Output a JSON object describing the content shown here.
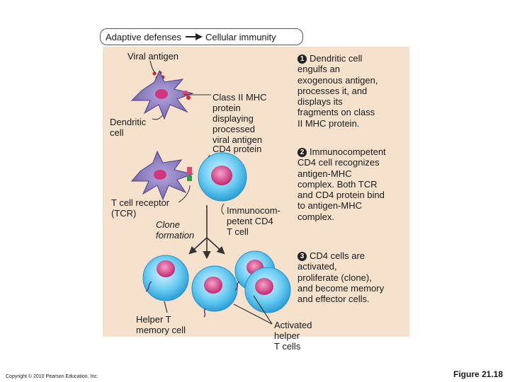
{
  "breadcrumb": {
    "left": "Adaptive defenses",
    "right": "Cellular immunity"
  },
  "labels": {
    "viral_antigen": "Viral antigen",
    "dendritic_cell": "Dendritic\ncell",
    "class2_mhc": "Class II MHC\nprotein\ndisplaying\nprocessed\nviral antigen",
    "cd4_protein": "CD4 protein",
    "tcr": "T cell receptor\n(TCR)",
    "clone_formation": "Clone\nformation",
    "immunocompetent": "Immunocom-\npetent CD4\nT cell",
    "helper_memory": "Helper T\nmemory cell",
    "activated_helper": "Activated\nhelper\nT cells"
  },
  "steps": [
    {
      "number": "1",
      "text": "Dendritic cell\nengulfs an\nexogenous antigen,\nprocesses it, and\ndisplays its\nfragments on class\nII MHC protein."
    },
    {
      "number": "2",
      "text": "Immunocompetent\nCD4 cell recognizes\nantigen-MHC\ncomplex. Both TCR\nand CD4 protein bind\nto antigen-MHC\ncomplex."
    },
    {
      "number": "3",
      "text": "CD4 cells are\nactivated,\nproliferate (clone),\nand become memory\nand effector cells."
    }
  ],
  "footer": {
    "copyright": "Copyright © 2010 Pearson Education, Inc.",
    "figure": "Figure 21.18"
  },
  "colors": {
    "panel_bg": "#f5e1cc",
    "dendritic_body": "#8a78b8",
    "tcell_body": "#5cc5ef",
    "nucleus": "#d4357f"
  },
  "icons": [
    "arrow-right-icon",
    "dendritic-cell-icon",
    "t-cell-icon",
    "antigen-icon"
  ]
}
